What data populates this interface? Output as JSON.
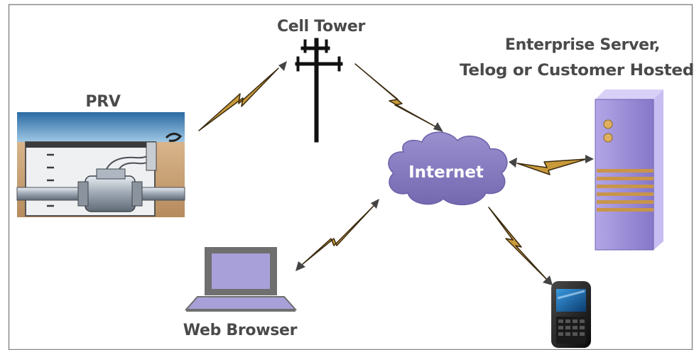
{
  "labels": {
    "cell_tower": "Cell Tower",
    "enterprise_line1": "Enterprise Server,",
    "enterprise_line2": "Telog or Customer Hosted",
    "prv": "PRV",
    "internet": "Internet",
    "web_browser": "Web Browser"
  },
  "colors": {
    "frame": "#8a8a8a",
    "cloud": "#8b80c0",
    "server": "#9e90d6",
    "server_stripe": "#c8954a",
    "bolt_fill": "#c89a3a",
    "bolt_stroke": "#3a2a10",
    "laptop_screen": "#a8a0d8",
    "sky": "#2b6fa8",
    "ground": "#c9a074",
    "pipe": "#a9b2bd"
  },
  "icons": [
    "prv-vault-icon",
    "cell-tower-icon",
    "internet-cloud-icon",
    "server-tower-icon",
    "laptop-icon",
    "smartphone-icon",
    "lightning-bolt-icon"
  ]
}
